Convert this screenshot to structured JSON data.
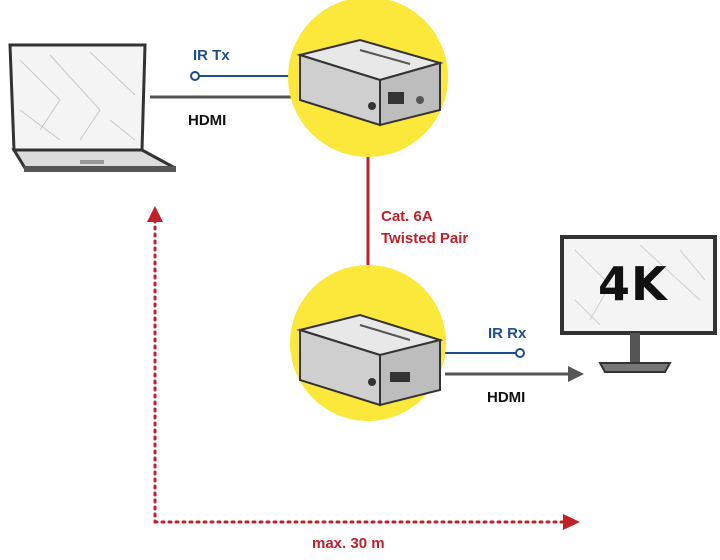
{
  "labels": {
    "ir_tx": "IR Tx",
    "hdmi_tx": "HDMI",
    "cable_line1": "Cat. 6A",
    "cable_line2": "Twisted Pair",
    "ir_rx": "IR Rx",
    "hdmi_rx": "HDMI",
    "screen_text": "4K",
    "distance": "max. 30 m"
  },
  "colors": {
    "highlight_circle": "#fbe83a",
    "ir_line": "#1f4e8c",
    "cable_line": "#c0202a",
    "distance_arrow": "#c0202a",
    "hdmi_line": "#555555"
  }
}
